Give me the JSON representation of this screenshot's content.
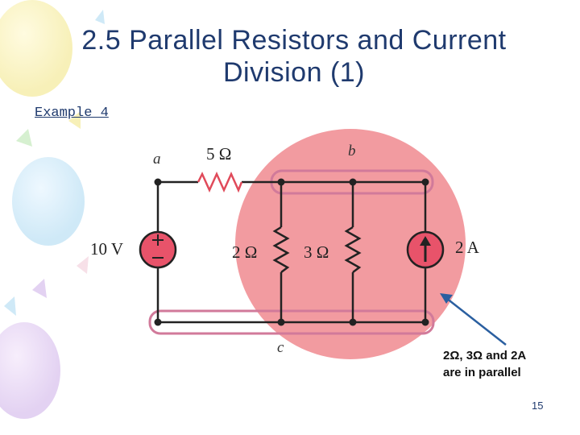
{
  "slide": {
    "title_line1": "2.5 Parallel Resistors and Current",
    "title_line2": "Division (1)",
    "example_label": "Example 4",
    "page_number": "15"
  },
  "circuit": {
    "node_a": "a",
    "node_b": "b",
    "node_c": "c",
    "resistor_5": "5 Ω",
    "resistor_2": "2 Ω",
    "resistor_3": "3 Ω",
    "source_voltage": "10 V",
    "source_current": "2 A"
  },
  "annotation": {
    "line1": "2Ω, 3Ω and 2A",
    "line2": "are in parallel"
  },
  "colors": {
    "title": "#1f3a6e",
    "highlight_circle": "#f08a8f",
    "source_fill": "#e8536a",
    "node_outline": "#d17a9a",
    "arrow": "#2a5fa0"
  }
}
